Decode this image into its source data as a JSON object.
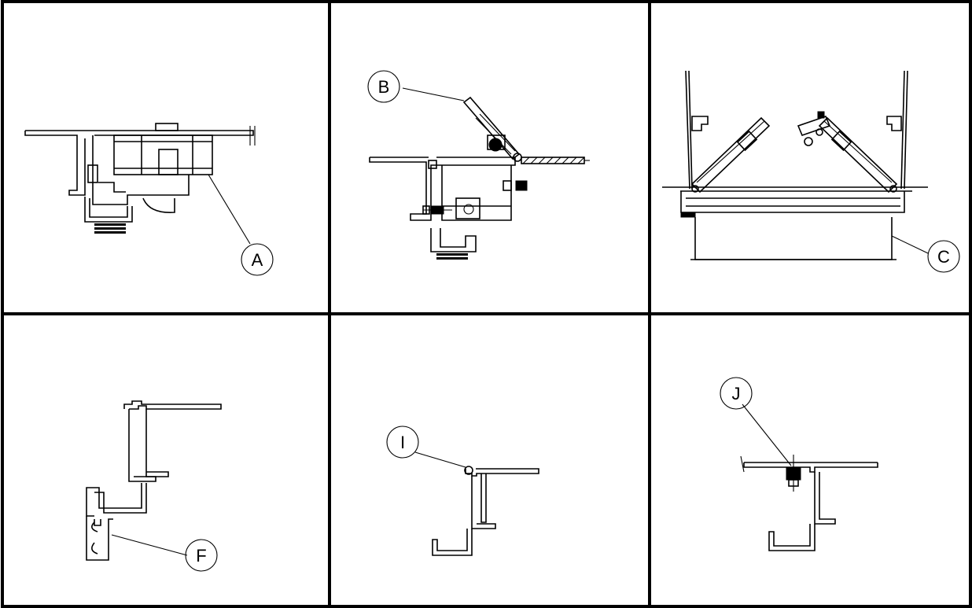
{
  "panels": [
    {
      "id": "top-left",
      "callout": "A"
    },
    {
      "id": "top-middle",
      "callout": "B"
    },
    {
      "id": "top-right",
      "callout": "C"
    },
    {
      "id": "bottom-left",
      "callout": "F"
    },
    {
      "id": "bottom-middle",
      "callout": "I"
    },
    {
      "id": "bottom-right",
      "callout": "J"
    }
  ],
  "colors": {
    "line": "#000000",
    "background": "#ffffff"
  }
}
